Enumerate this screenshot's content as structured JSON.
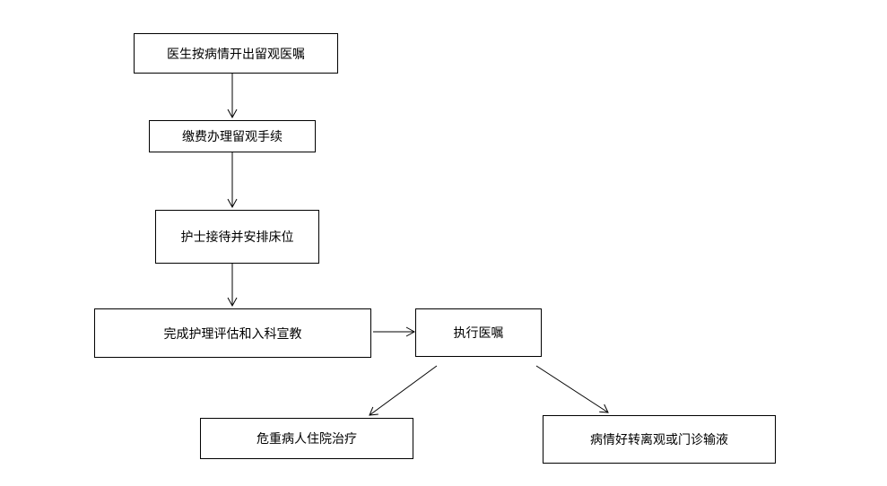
{
  "nodes": {
    "n1": {
      "label": "医生按病情开出留观医嘱"
    },
    "n2": {
      "label": "缴费办理留观手续"
    },
    "n3": {
      "label": "护士接待并安排床位"
    },
    "n4": {
      "label": "完成护理评估和入科宣教"
    },
    "n5": {
      "label": "执行医嘱"
    },
    "n6": {
      "label": "危重病人住院治疗"
    },
    "n7": {
      "label": "病情好转离观或门诊输液"
    }
  },
  "edges": [
    {
      "from": "n1",
      "to": "n2"
    },
    {
      "from": "n2",
      "to": "n3"
    },
    {
      "from": "n3",
      "to": "n4"
    },
    {
      "from": "n4",
      "to": "n5"
    },
    {
      "from": "n5",
      "to": "n6"
    },
    {
      "from": "n5",
      "to": "n7"
    }
  ],
  "colors": {
    "line": "#000000",
    "box_border": "#000000",
    "background": "#ffffff"
  }
}
